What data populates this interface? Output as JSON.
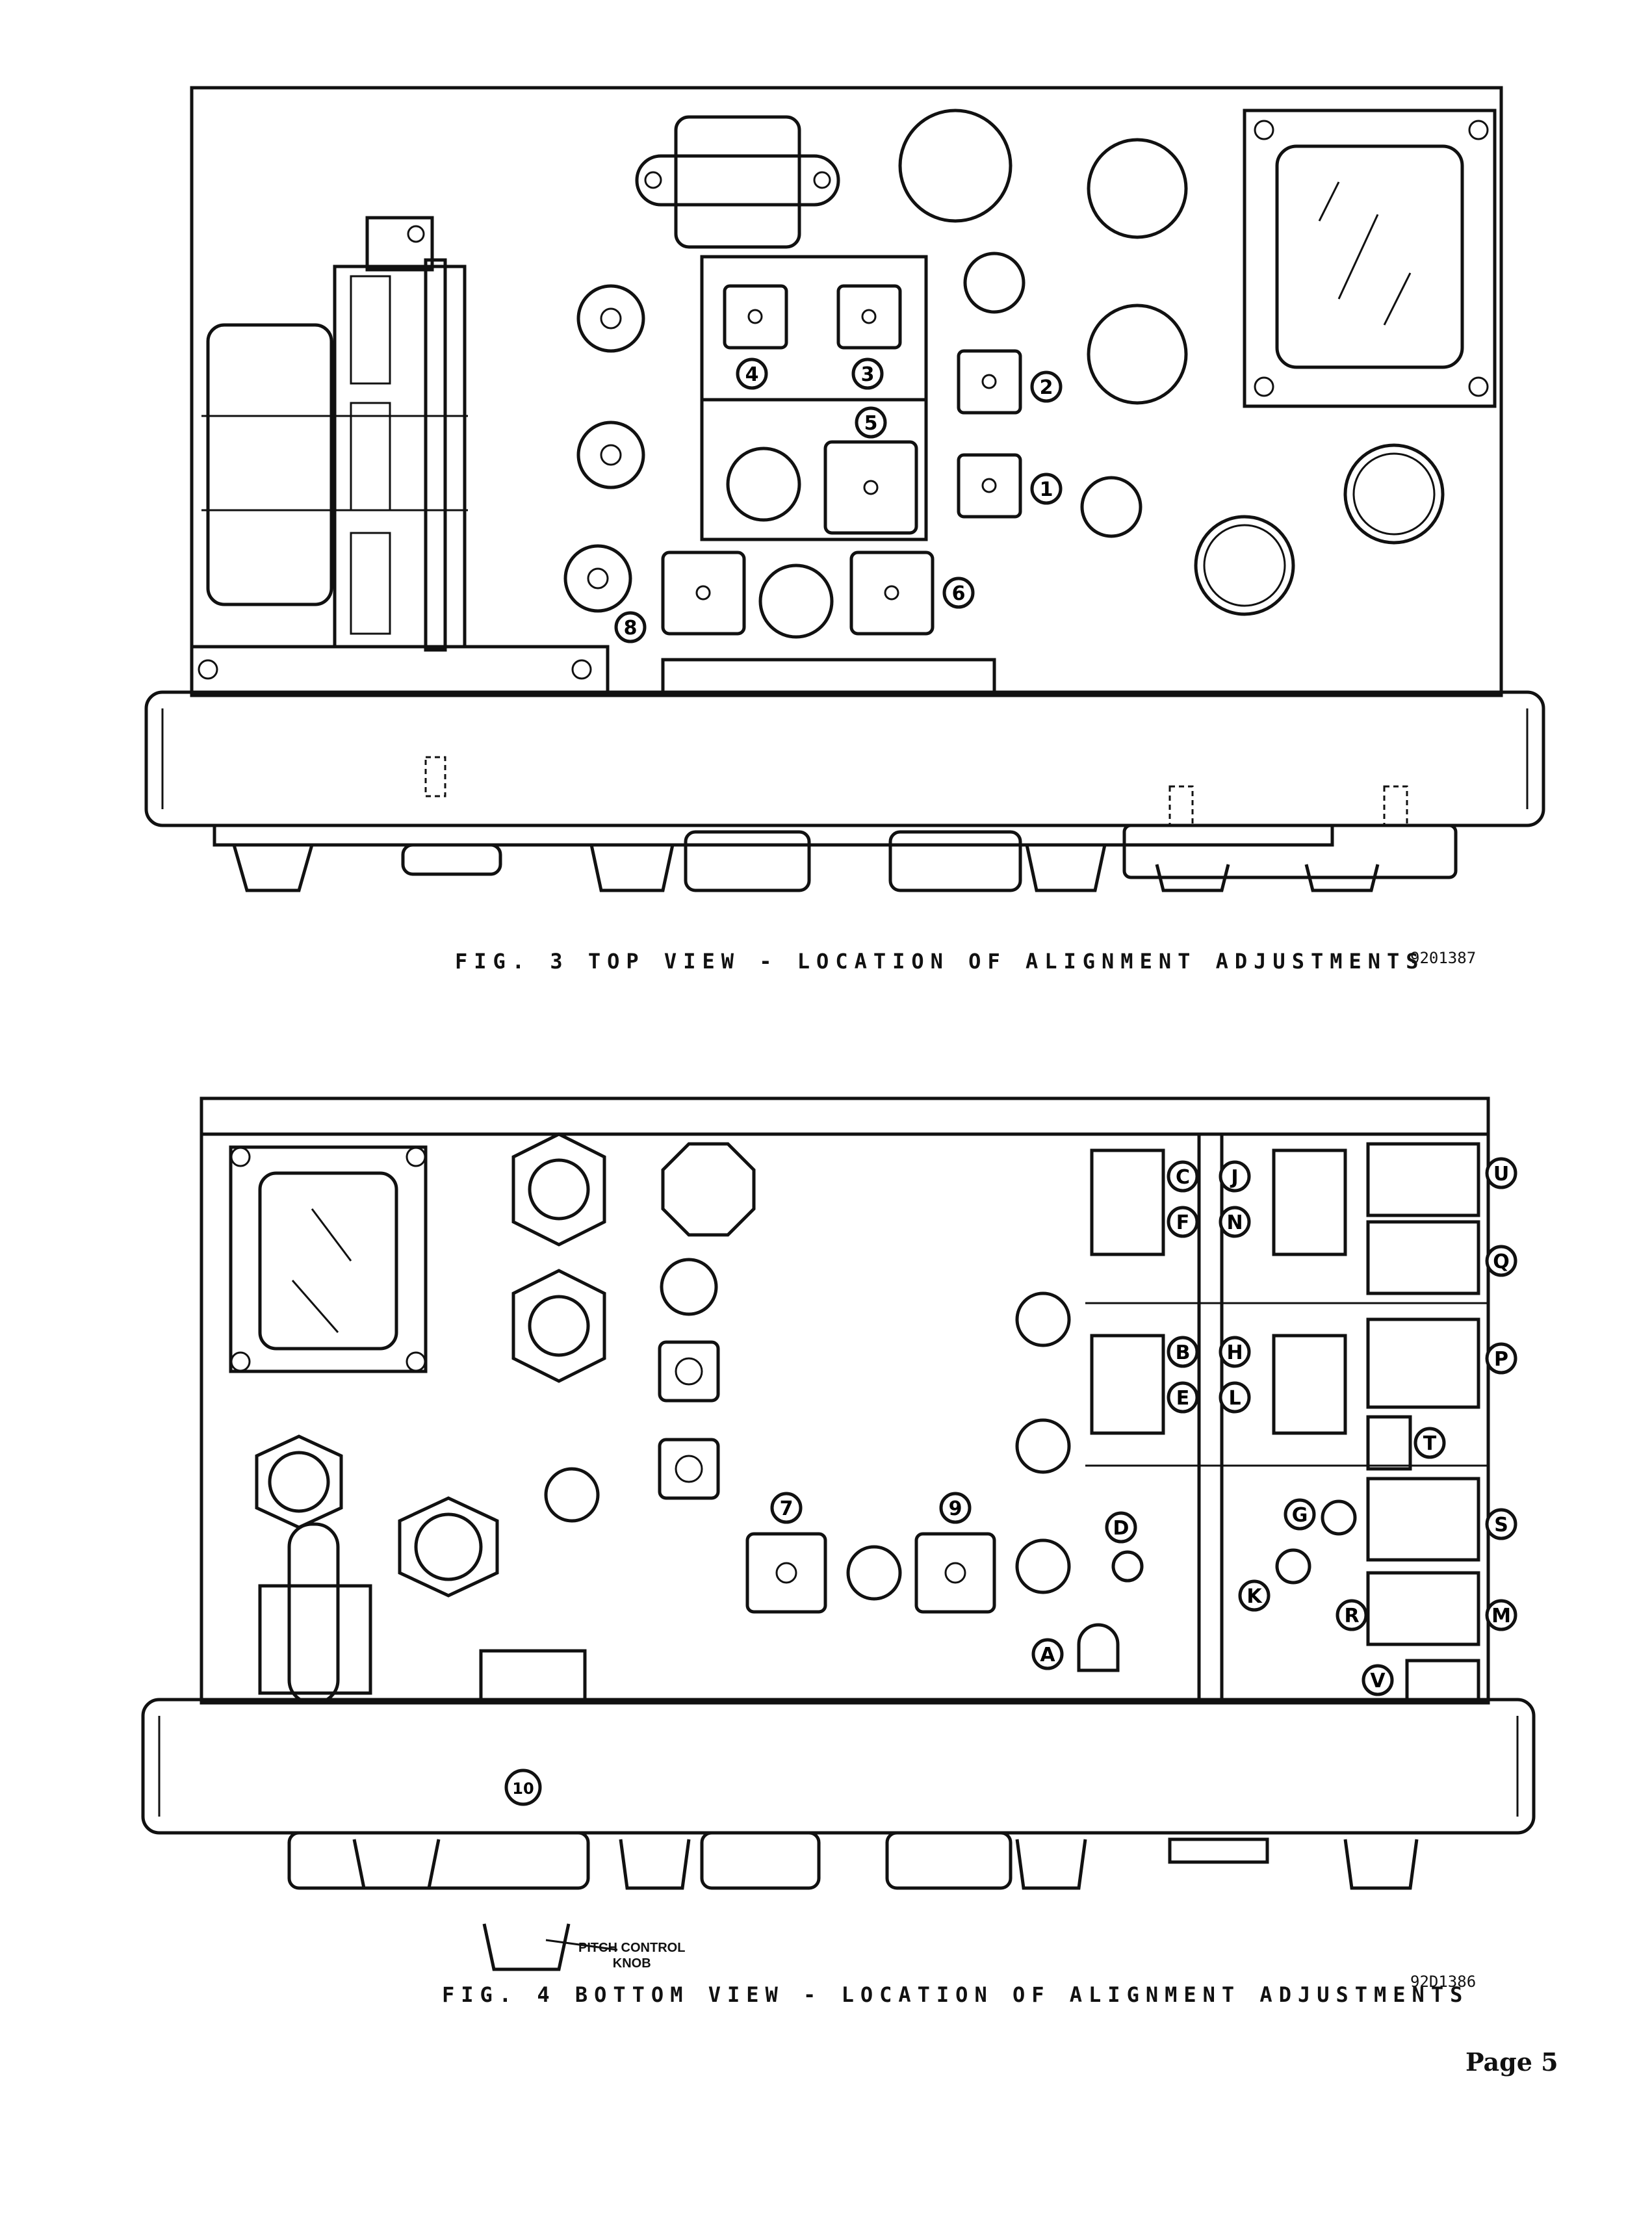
{
  "figures": [
    {
      "caption": "FIG. 3 TOP VIEW - LOCATION OF ALIGNMENT ADJUSTMENTS",
      "drawing_number": "9201387",
      "callouts": [
        "1",
        "2",
        "3",
        "4",
        "5",
        "6",
        "8"
      ]
    },
    {
      "caption": "FIG. 4 BOTTOM VIEW - LOCATION OF ALIGNMENT ADJUSTMENTS",
      "drawing_number": "92D1386",
      "callouts": [
        "A",
        "B",
        "C",
        "D",
        "E",
        "F",
        "G",
        "H",
        "J",
        "K",
        "L",
        "M",
        "N",
        "P",
        "Q",
        "R",
        "S",
        "T",
        "U",
        "V",
        "7",
        "9",
        "10"
      ],
      "label_pitch_control": "PITCH CONTROL",
      "label_knob": "KNOB"
    }
  ],
  "page_number": "Page 5"
}
